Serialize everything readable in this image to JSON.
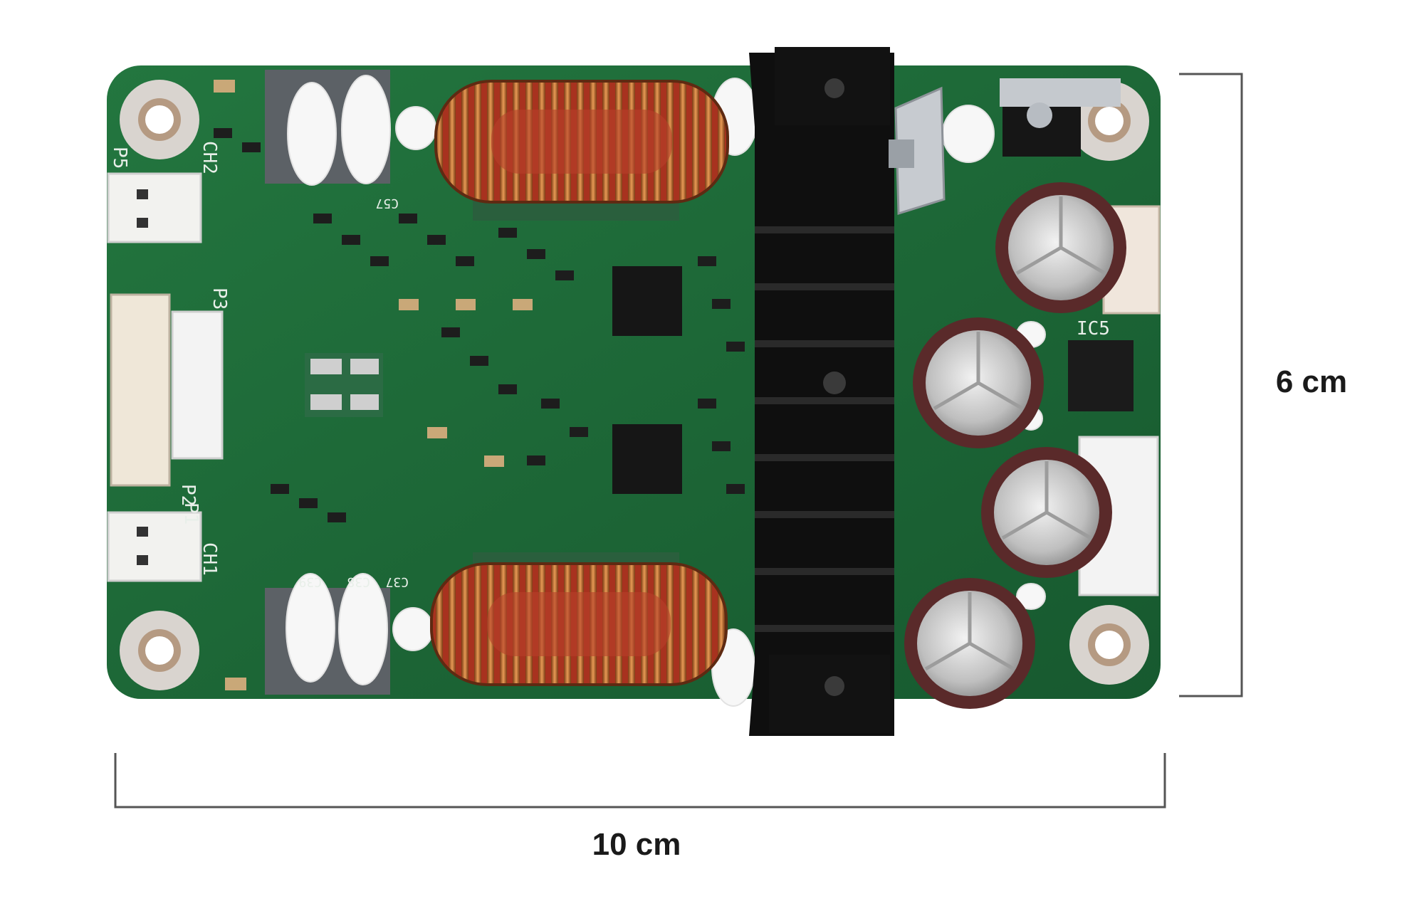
{
  "image": {
    "subject": "pcb-amplifier-board",
    "background_color": "#ffffff",
    "board_color": "#1f6b3c",
    "copper_color": "#c8773a",
    "heatsink_color": "#111111",
    "capacitor_color": "#5a2a2a"
  },
  "dimensions": {
    "width_label": "10 cm",
    "height_label": "6 cm"
  },
  "silkscreen": {
    "ch1": "CH1",
    "ch2": "CH2",
    "p1": "P1",
    "p2": "P2",
    "p3": "P3",
    "p5": "P5",
    "ic5": "IC5",
    "c37": "C37",
    "c38": "C38",
    "c39": "C39",
    "c57": "C57"
  }
}
